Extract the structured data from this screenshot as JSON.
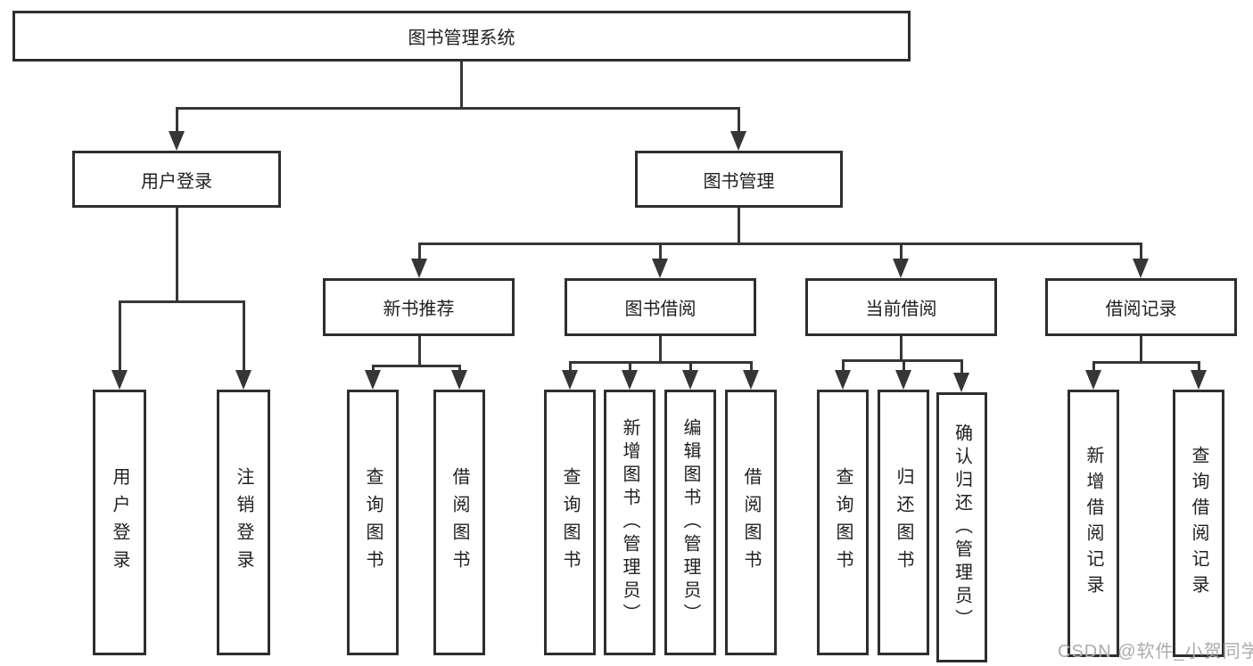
{
  "diagram": {
    "root": {
      "label": "图书管理系统"
    },
    "user_login": {
      "label": "用户登录",
      "children": [
        {
          "label": "用户登录"
        },
        {
          "label": "注销登录"
        }
      ]
    },
    "book_mgmt": {
      "label": "图书管理",
      "new_books": {
        "label": "新书推荐",
        "children": [
          {
            "label": "查询图书"
          },
          {
            "label": "借阅图书"
          }
        ]
      },
      "borrowing": {
        "label": "图书借阅",
        "children": [
          {
            "label": "查询图书"
          },
          {
            "label": "新增图书（管理员）"
          },
          {
            "label": "编辑图书（管理员）"
          },
          {
            "label": "借阅图书"
          }
        ]
      },
      "current": {
        "label": "当前借阅",
        "children": [
          {
            "label": "查询图书"
          },
          {
            "label": "归还图书"
          },
          {
            "label": "确认归还（管理员）"
          }
        ]
      },
      "records": {
        "label": "借阅记录",
        "children": [
          {
            "label": "新增借阅记录"
          },
          {
            "label": "查询借阅记录"
          }
        ]
      }
    }
  },
  "watermark": {
    "text": "CSDN @软件_小贺同学"
  },
  "colors": {
    "line": "#363636",
    "border": "#2e2e2e",
    "text": "#1f1f1f",
    "watermark": "#ababab"
  }
}
